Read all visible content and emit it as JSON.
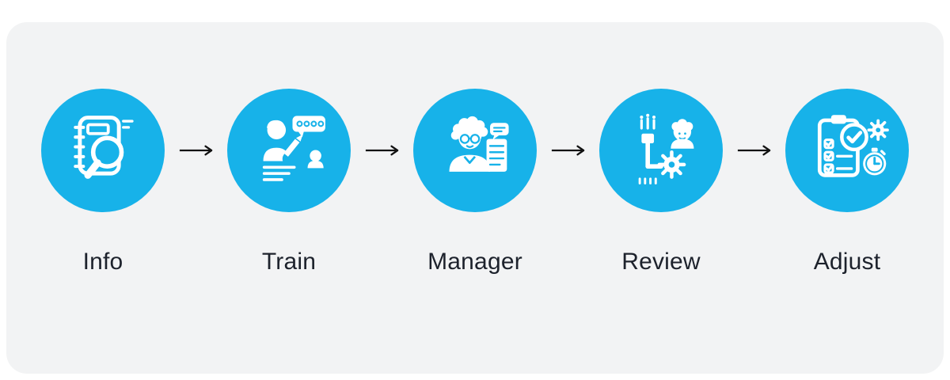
{
  "colors": {
    "page_background": "#ffffff",
    "panel_background": "#f2f3f4",
    "step_circle": "#17b2e9",
    "icon": "#ffffff",
    "arrow": "#111111",
    "label_text": "#1d222c"
  },
  "flow": {
    "connector": "arrow-right",
    "steps": [
      {
        "label": "Info",
        "icon": "notebook-magnifier-icon"
      },
      {
        "label": "Train",
        "icon": "trainer-speaking-icon"
      },
      {
        "label": "Manager",
        "icon": "manager-report-icon"
      },
      {
        "label": "Review",
        "icon": "machine-gear-operator-icon"
      },
      {
        "label": "Adjust",
        "icon": "checklist-gear-timer-icon"
      }
    ]
  }
}
